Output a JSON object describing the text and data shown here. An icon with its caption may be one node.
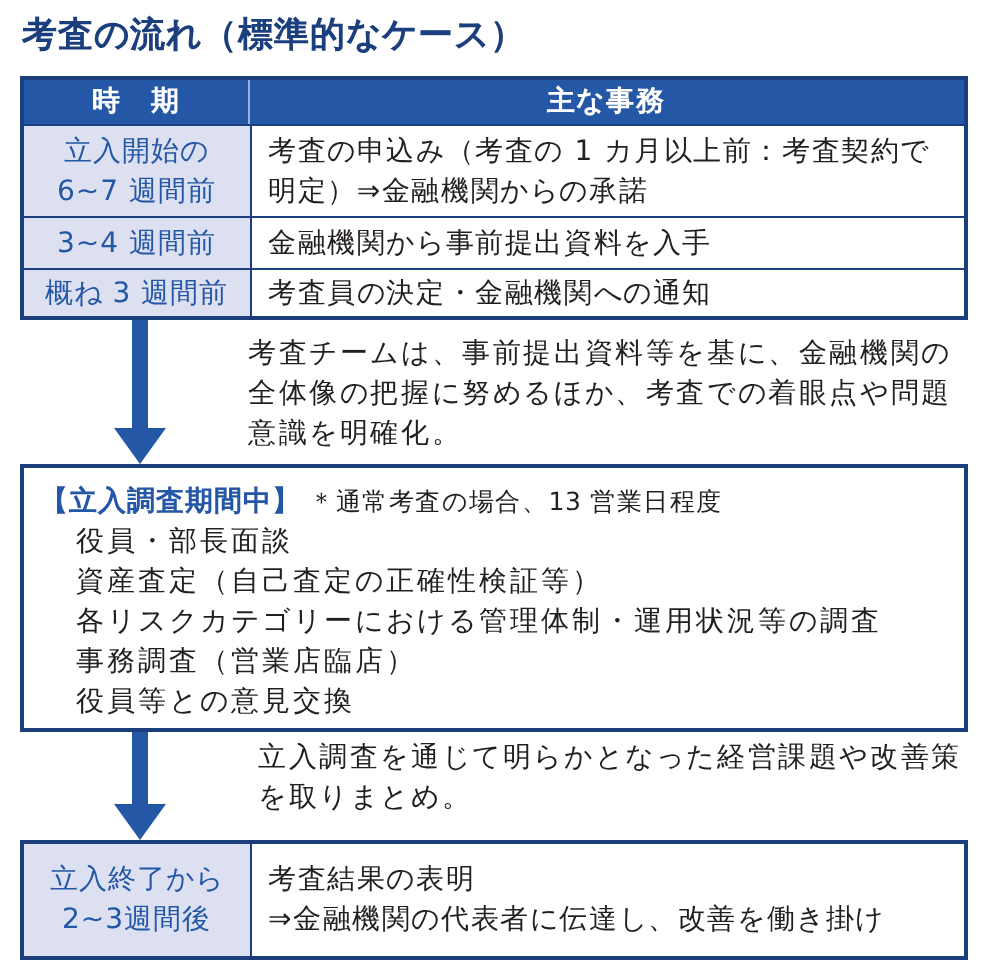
{
  "diagram": {
    "title": "考査の流れ（標準的なケース）",
    "nodes": [
      {
        "text": [],
        "shape": "box"
      },
      {
        "text": [
          "時　期",
          "主な事務"
        ],
        "in": 0
      },
      {
        "text": [
          "立入開始の6~7 週間前",
          "考査の申込み（考査の 1 カ月以上前：考査契約で明定）⇒金融機関からの承諾"
        ],
        "in": 0
      },
      {
        "text": [
          "3~4 週間前",
          "金融機関から事前提出資料を入手"
        ],
        "in": 0
      },
      {
        "text": [
          "概ね 3 週間前",
          "考査員の決定・金融機関への通知"
        ],
        "in": 0
      },
      {
        "text": [
          "【立入調査期間中】",
          "＊通常考査の場合、13 営業日程度",
          "役員・部長面談",
          "資産査定（自己査定の正確性検証等）",
          "各リスクカテゴリーにおける管理体制・運用状況等の調査",
          "事務調査（営業店臨店）",
          "役員等との意見交換"
        ]
      },
      {
        "text": [
          "立入終了から2~3週間後",
          "考査結果の表明",
          "⇒金融機関の代表者に伝達し、改善を働き掛け"
        ]
      }
    ],
    "edges": [
      {
        "from": 0,
        "to": 5,
        "arrow": "to",
        "label": "考査チームは、事前提出資料等を基に、金融機関の全体像の把握に努めるほか、考査での着眼点や問題意識を明確化。"
      },
      {
        "from": 5,
        "to": 6,
        "arrow": "to",
        "label": "立入調査を通じて明らかとなった経営課題や改善策を取りまとめ。"
      }
    ]
  }
}
